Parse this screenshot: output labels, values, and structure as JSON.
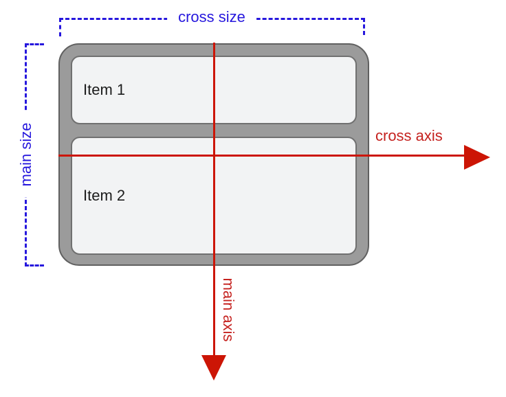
{
  "diagram": {
    "description": "flexbox column axes diagram",
    "flex_container": {
      "items": [
        {
          "label": "Item 1"
        },
        {
          "label": "Item 2"
        }
      ]
    },
    "annotations": {
      "cross_size_label": "cross size",
      "main_size_label": "main size",
      "cross_axis_label": "cross axis",
      "main_axis_label": "main axis"
    }
  },
  "colors": {
    "size_annotation": "#2617dd",
    "axis_line": "#cc1505",
    "axis_label": "#c5221f",
    "container_fill": "#9b9b9b",
    "container_border": "#606060",
    "item_fill": "#f2f3f4",
    "item_border": "#707070",
    "item_text": "#1c1c1c",
    "background": "#ffffff"
  }
}
